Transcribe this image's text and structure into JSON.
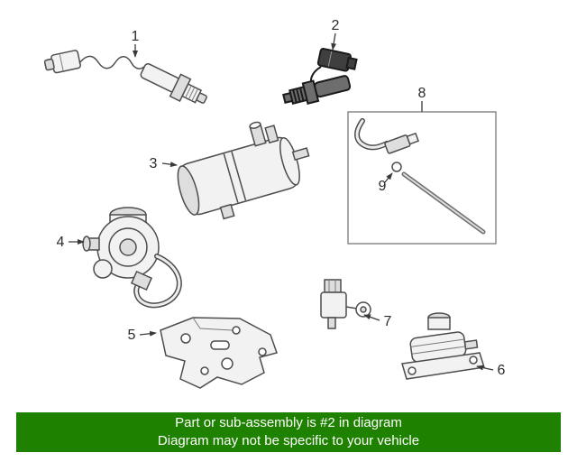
{
  "callouts": [
    {
      "label": "1"
    },
    {
      "label": "2"
    },
    {
      "label": "3"
    },
    {
      "label": "4"
    },
    {
      "label": "5"
    },
    {
      "label": "6"
    },
    {
      "label": "7"
    },
    {
      "label": "8"
    },
    {
      "label": "9"
    }
  ],
  "banner": {
    "line1": "Part or sub-assembly is #2 in diagram",
    "line2": "Diagram may not be specific to your vehicle"
  },
  "colors": {
    "banner-bg": "#1e8200",
    "banner-text": "#ffffff",
    "line": "#4d4d4d",
    "highlight": "#1a1a1a"
  }
}
